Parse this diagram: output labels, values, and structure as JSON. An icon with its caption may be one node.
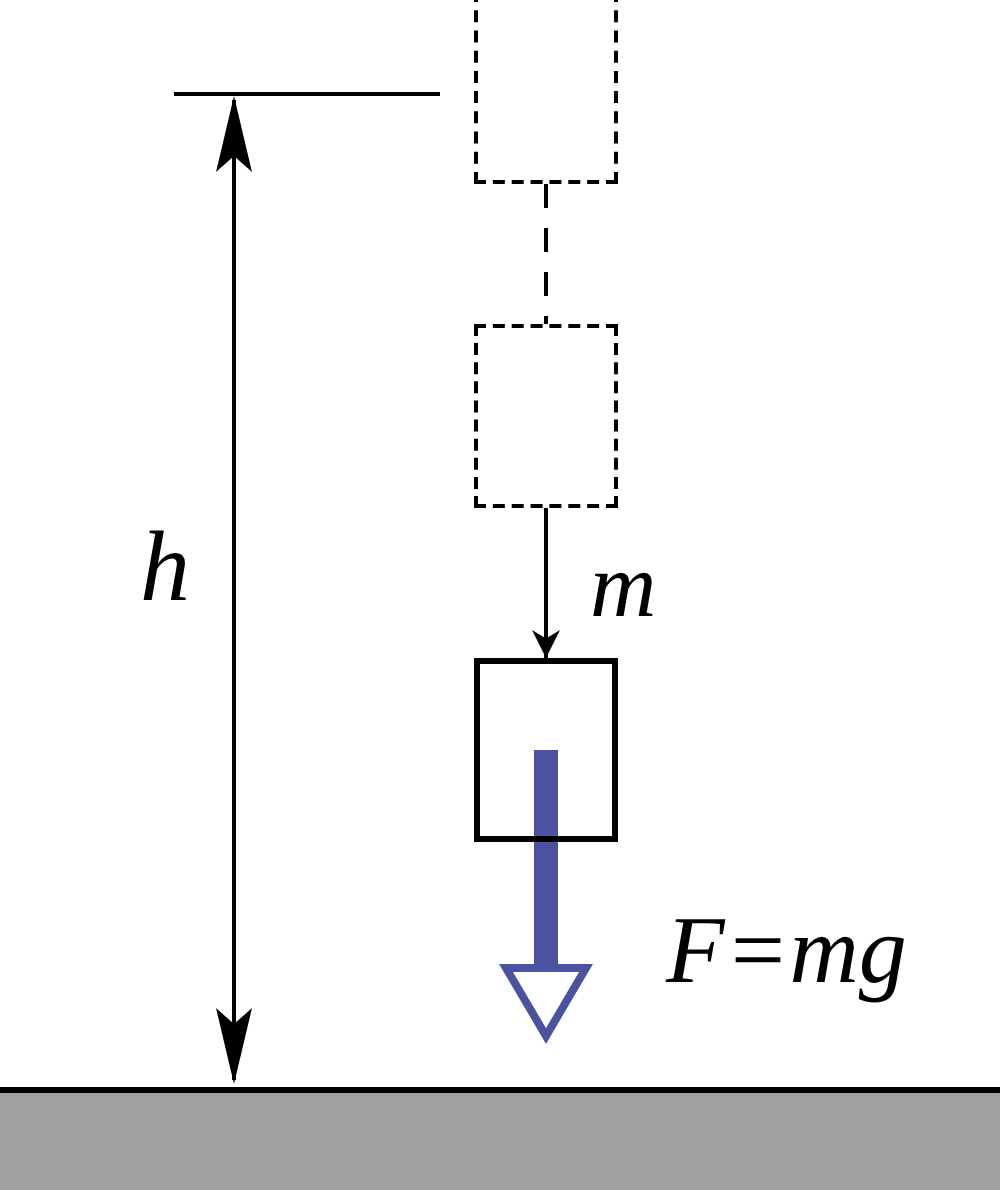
{
  "diagram": {
    "nodes": [
      {
        "text": [],
        "shape": "box"
      },
      {
        "text": [],
        "shape": "box",
        "beside": [
          "m"
        ]
      },
      {
        "text": [],
        "shape": "box"
      }
    ],
    "edges": [
      {
        "from": 0,
        "to": 1,
        "arrow": "none",
        "style": "dashed"
      },
      {
        "from": 1,
        "to": 2,
        "arrow": "to"
      }
    ],
    "labels": [
      "h",
      "F=mg"
    ]
  }
}
